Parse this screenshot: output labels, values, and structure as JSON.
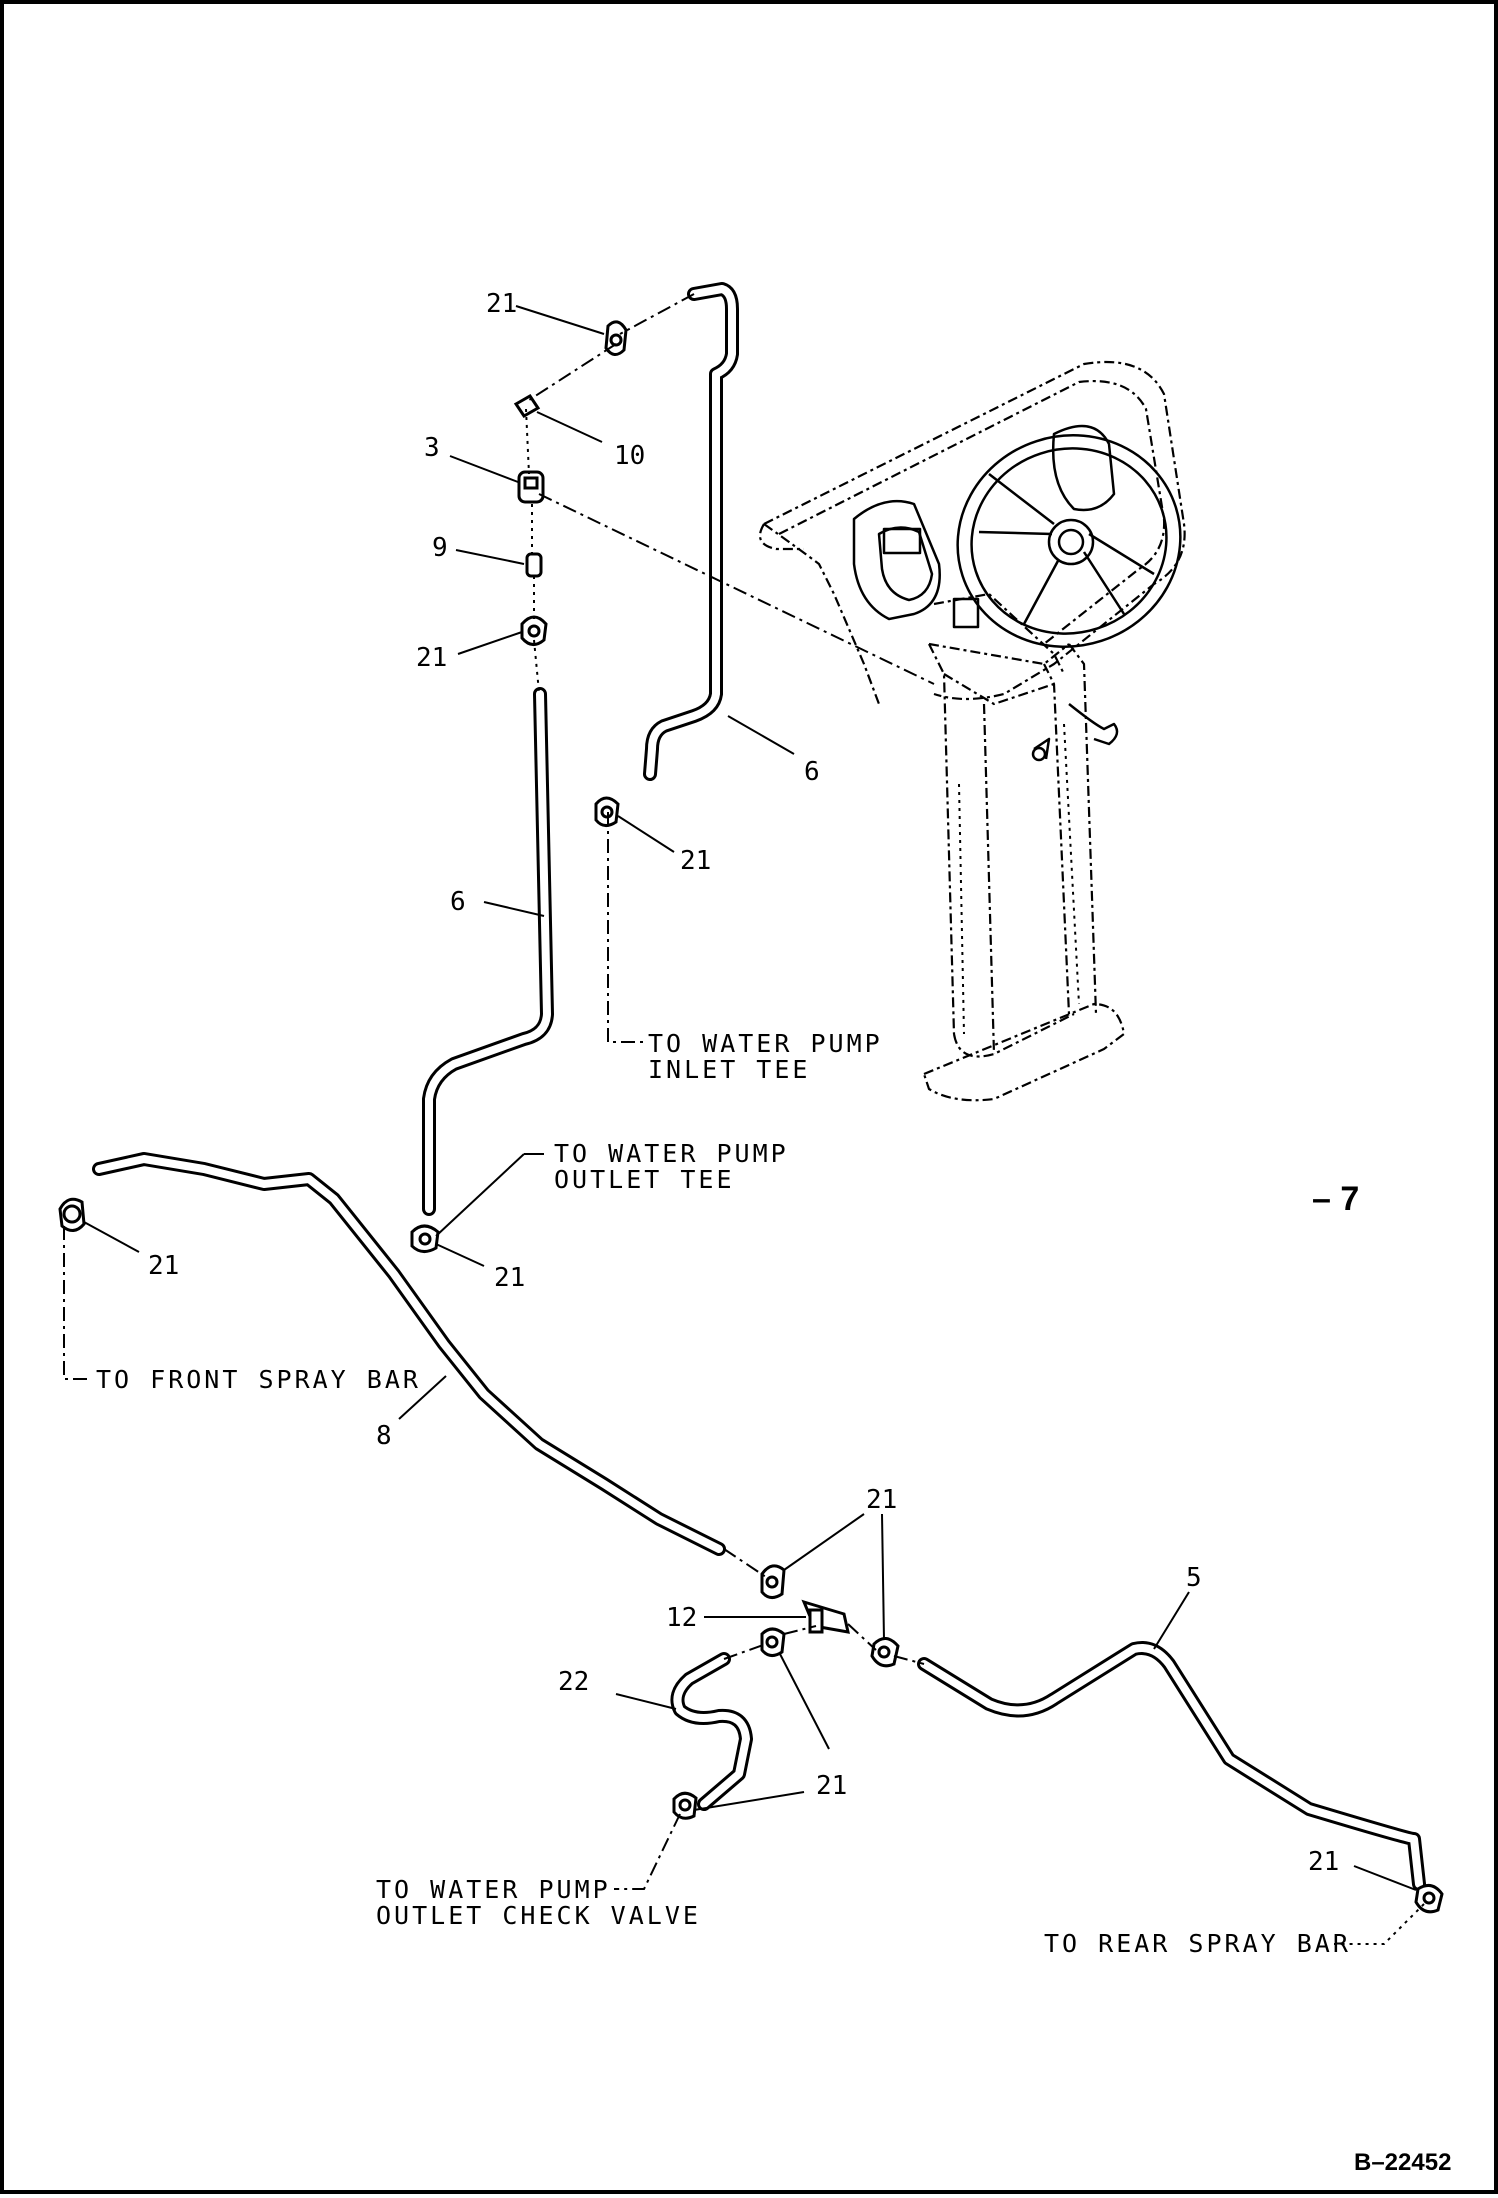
{
  "labels": {
    "to_pump_inlet_tee_1": "TO WATER PUMP",
    "to_pump_inlet_tee_2": "INLET TEE",
    "to_pump_outlet_tee_1": "TO WATER PUMP",
    "to_pump_outlet_tee_2": "OUTLET TEE",
    "to_front_spray_bar": "TO FRONT SPRAY BAR",
    "to_pump_check_valve_1": "TO WATER PUMP",
    "to_pump_check_valve_2": "OUTLET CHECK VALVE",
    "to_rear_spray_bar": "TO REAR SPRAY BAR"
  },
  "callouts": {
    "c21_top": "21",
    "c10": "10",
    "c3": "3",
    "c9": "9",
    "c21_left": "21",
    "c6_right": "6",
    "c21_mid": "21",
    "c6_left": "6",
    "c21_outlet_tee": "21",
    "c21_front": "21",
    "c8": "8",
    "c21_tee_top": "21",
    "c12": "12",
    "c22": "22",
    "c21_tee_bottom": "21",
    "c5": "5",
    "c21_rear": "21"
  },
  "figure_marker": "– 7",
  "drawing_number": "B–22452"
}
